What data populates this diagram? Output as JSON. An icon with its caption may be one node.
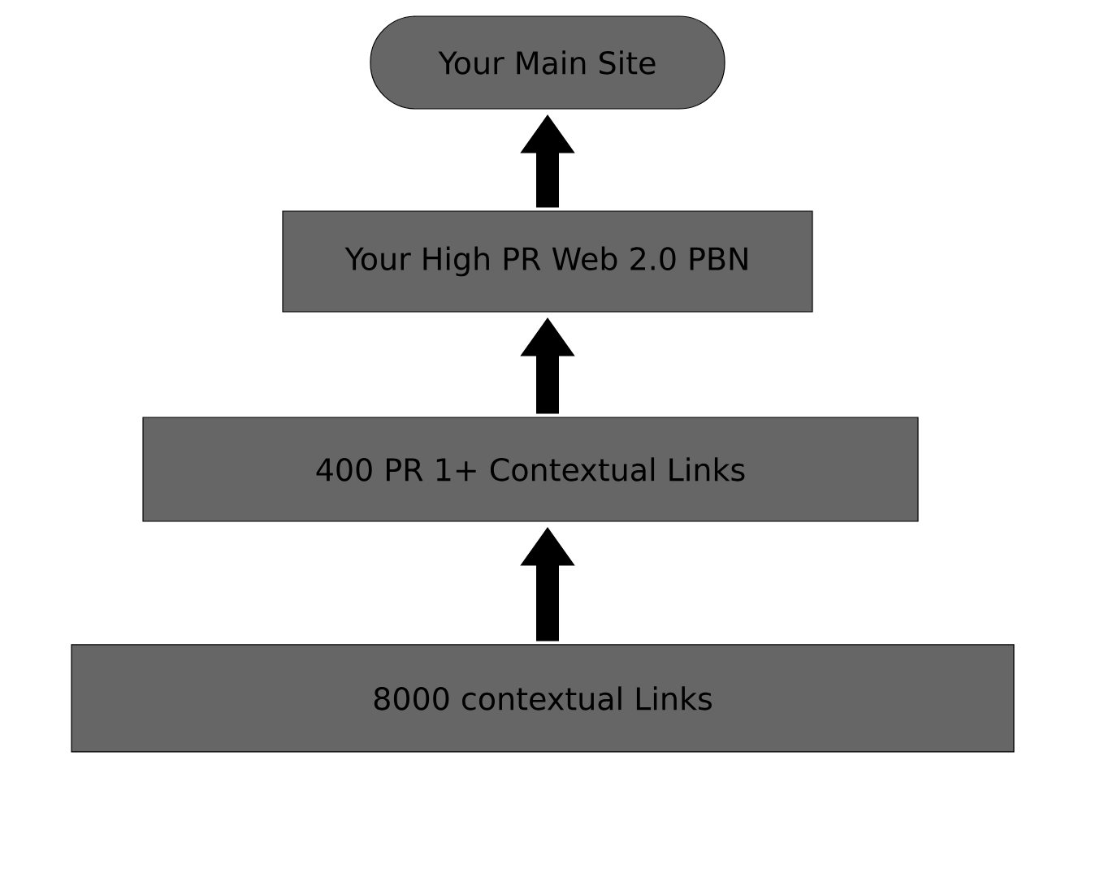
{
  "diagram": {
    "nodes": [
      {
        "text": [
          "Your Main Site"
        ]
      },
      {
        "text": [
          "Your High PR Web 2.0 PBN"
        ]
      },
      {
        "text": [
          "400 PR 1+ Contextual Links"
        ]
      },
      {
        "text": [
          "8000 contextual Links"
        ]
      }
    ],
    "edges": [
      {
        "from": 1,
        "to": 0,
        "arrow": "to"
      },
      {
        "from": 2,
        "to": 1,
        "arrow": "to"
      },
      {
        "from": 3,
        "to": 2,
        "arrow": "to"
      }
    ]
  }
}
